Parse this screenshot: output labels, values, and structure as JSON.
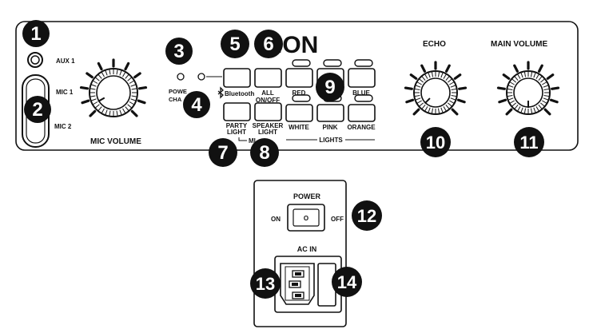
{
  "brand_logo": "ION",
  "jacks": {
    "aux1": "AUX 1",
    "mic1": "MIC 1",
    "mic2": "MIC 2"
  },
  "knobs": {
    "mic_volume": "MIC VOLUME",
    "echo": "ECHO",
    "main_volume": "MAIN VOLUME"
  },
  "indicators": {
    "power_charge_line1": "POWE",
    "power_charge_line2": "CHA"
  },
  "bluetooth_label": "Bluetooth",
  "buttons": {
    "all_line1": "ALL",
    "all_line2": "ON/OFF",
    "party_line1": "PARTY",
    "party_line2": "LIGHT",
    "speaker_line1": "SPEAKER",
    "speaker_line2": "LIGHT",
    "mic_group_fragment": "MI"
  },
  "lights": {
    "red": "RED",
    "blue": "BLUE",
    "white": "WHITE",
    "pink": "PINK",
    "orange": "ORANGE",
    "group": "LIGHTS"
  },
  "rear_panel": {
    "power": "POWER",
    "on": "ON",
    "off": "OFF",
    "switch_mark": "O",
    "ac_in": "AC IN"
  },
  "callouts": [
    "1",
    "2",
    "3",
    "4",
    "5",
    "6",
    "7",
    "8",
    "9",
    "10",
    "11",
    "12",
    "13",
    "14"
  ]
}
